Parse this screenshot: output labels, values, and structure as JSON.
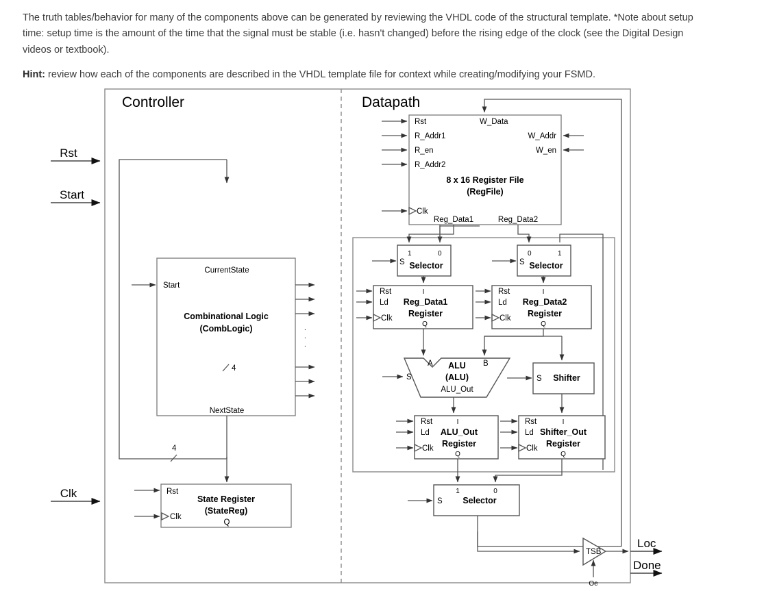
{
  "prose": {
    "para1": "The truth tables/behavior for many of the components above can be generated by reviewing the VHDL code of the structural template. *Note about setup time: setup time is the amount of the time that the signal must be stable (i.e. hasn't changed) before the rising edge of the clock (see the Digital Design videos or textbook).",
    "hint_label": "Hint:",
    "hint_text": " review how each of the components are described in the VHDL template file for context while creating/modifying your FSMD."
  },
  "figure": {
    "controller_title": "Controller",
    "datapath_title": "Datapath",
    "external_inputs": [
      {
        "name": "Rst"
      },
      {
        "name": "Start"
      },
      {
        "name": "Clk"
      }
    ],
    "external_outputs": [
      {
        "name": "Loc"
      },
      {
        "name": "Done"
      }
    ],
    "comblogic": {
      "title_line1": "Combinational Logic",
      "title_line2": "(CombLogic)",
      "pin_top": "CurrentState",
      "pin_left": "Start",
      "pin_bottom": "NextState",
      "ellipsis": "."
    },
    "statereg": {
      "title_line1": "State Register",
      "title_line2": "(StateReg)",
      "pin_rst": "Rst",
      "pin_clk": "Clk",
      "pin_q": "Q",
      "bus_width_in": "4",
      "bus_width_out": "4"
    },
    "regfile": {
      "title_line1": "8 x 16 Register File",
      "title_line2": "(RegFile)",
      "pin_rst": "Rst",
      "pin_raddr1": "R_Addr1",
      "pin_ren": "R_en",
      "pin_raddr2": "R_Addr2",
      "pin_wdata": "W_Data",
      "pin_waddr": "W_Addr",
      "pin_wen": "W_en",
      "pin_clk": "Clk",
      "pin_rdata1": "Reg_Data1",
      "pin_rdata2": "Reg_Data2"
    },
    "selector1": {
      "title": "Selector",
      "s": "S",
      "in_left": "1",
      "in_right": "0"
    },
    "selector2": {
      "title": "Selector",
      "s": "S",
      "in_left": "0",
      "in_right": "1"
    },
    "selector3": {
      "title": "Selector",
      "s": "S",
      "in_left": "1",
      "in_right": "0"
    },
    "reg_data1": {
      "title_line1": "Reg_Data1",
      "title_line2": "Register",
      "pin_rst": "Rst",
      "pin_ld": "Ld",
      "pin_clk": "Clk",
      "pin_i": "I",
      "pin_q": "Q"
    },
    "reg_data2": {
      "title_line1": "Reg_Data2",
      "title_line2": "Register",
      "pin_rst": "Rst",
      "pin_ld": "Ld",
      "pin_clk": "Clk",
      "pin_i": "I",
      "pin_q": "Q"
    },
    "alu": {
      "title_line1": "ALU",
      "title_line2": "(ALU)",
      "pin_a": "A",
      "pin_b": "B",
      "pin_s": "S",
      "pin_out": "ALU_Out"
    },
    "shifter": {
      "title": "Shifter",
      "pin_s": "S"
    },
    "alu_out_reg": {
      "title_line1": "ALU_Out",
      "title_line2": "Register",
      "pin_rst": "Rst",
      "pin_ld": "Ld",
      "pin_clk": "Clk",
      "pin_i": "I",
      "pin_q": "Q"
    },
    "shifter_out_reg": {
      "title_line1": "Shifter_Out",
      "title_line2": "Register",
      "pin_rst": "Rst",
      "pin_ld": "Ld",
      "pin_clk": "Clk",
      "pin_i": "I",
      "pin_q": "Q"
    },
    "tsb": {
      "label": "TSB",
      "enable": "Oe"
    }
  },
  "colors": {
    "text": "#2b2b2b",
    "wire": "#555555",
    "frame": "#8a8a8a",
    "box_fill": "#ffffff"
  }
}
